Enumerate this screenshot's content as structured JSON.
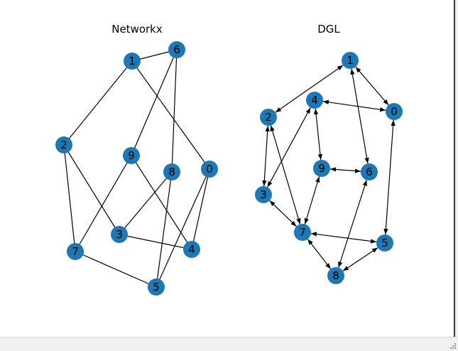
{
  "colors": {
    "node_fill": "#1f77b4",
    "edge": "#000000",
    "background": "#ffffff"
  },
  "panels": [
    {
      "title": "Networkx",
      "directed": false,
      "nodes": [
        "0",
        "1",
        "2",
        "3",
        "4",
        "5",
        "6",
        "7",
        "8",
        "9"
      ],
      "edges": [
        [
          "1",
          "6"
        ],
        [
          "1",
          "2"
        ],
        [
          "1",
          "0"
        ],
        [
          "6",
          "9"
        ],
        [
          "6",
          "8"
        ],
        [
          "9",
          "7"
        ],
        [
          "9",
          "4"
        ],
        [
          "2",
          "3"
        ],
        [
          "2",
          "7"
        ],
        [
          "8",
          "3"
        ],
        [
          "8",
          "5"
        ],
        [
          "0",
          "4"
        ],
        [
          "0",
          "5"
        ],
        [
          "3",
          "4"
        ],
        [
          "7",
          "5"
        ]
      ]
    },
    {
      "title": "DGL",
      "directed": true,
      "nodes": [
        "0",
        "1",
        "2",
        "3",
        "4",
        "5",
        "6",
        "7",
        "8",
        "9"
      ],
      "edges": [
        [
          "1",
          "2"
        ],
        [
          "1",
          "0"
        ],
        [
          "1",
          "6"
        ],
        [
          "4",
          "0"
        ],
        [
          "4",
          "9"
        ],
        [
          "4",
          "3"
        ],
        [
          "2",
          "3"
        ],
        [
          "2",
          "7"
        ],
        [
          "0",
          "5"
        ],
        [
          "9",
          "6"
        ],
        [
          "9",
          "7"
        ],
        [
          "7",
          "3"
        ],
        [
          "7",
          "5"
        ],
        [
          "7",
          "8"
        ],
        [
          "6",
          "8"
        ],
        [
          "5",
          "8"
        ]
      ]
    }
  ]
}
